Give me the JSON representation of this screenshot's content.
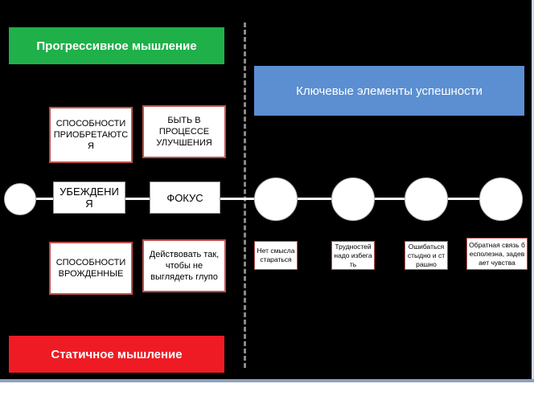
{
  "banners": {
    "growth": "Прогрессивное мышление",
    "fixed": "Статичное мышление",
    "key_elements": "Ключевые элементы успешности"
  },
  "top_boxes": {
    "abilities_acquired": "СПОСОБНОСТИ ПРИОБРЕТАЮТСЯ",
    "be_improving": "БЫТЬ В ПРОЦЕССЕ УЛУЧШЕНИЯ"
  },
  "bottom_boxes": {
    "abilities_innate": "СПОСОБНОСТИ ВРОЖДЕННЫЕ",
    "act_not_stupid": "Действовать так, чтобы не выглядеть глупо"
  },
  "row_labels": {
    "beliefs": "УБЕЖДЕНИЯ",
    "focus": "ФОКУС"
  },
  "notes": [
    "Нет смысла стараться",
    "Трудностей надо избегать",
    "Ошибаться стыдно и страшно",
    "Обратная связь бесполезна, задевает чувства"
  ],
  "colors": {
    "growth": "#1fb04a",
    "fixed": "#ee1b24",
    "key": "#5b8fd1",
    "box_border": "#c0504d"
  }
}
